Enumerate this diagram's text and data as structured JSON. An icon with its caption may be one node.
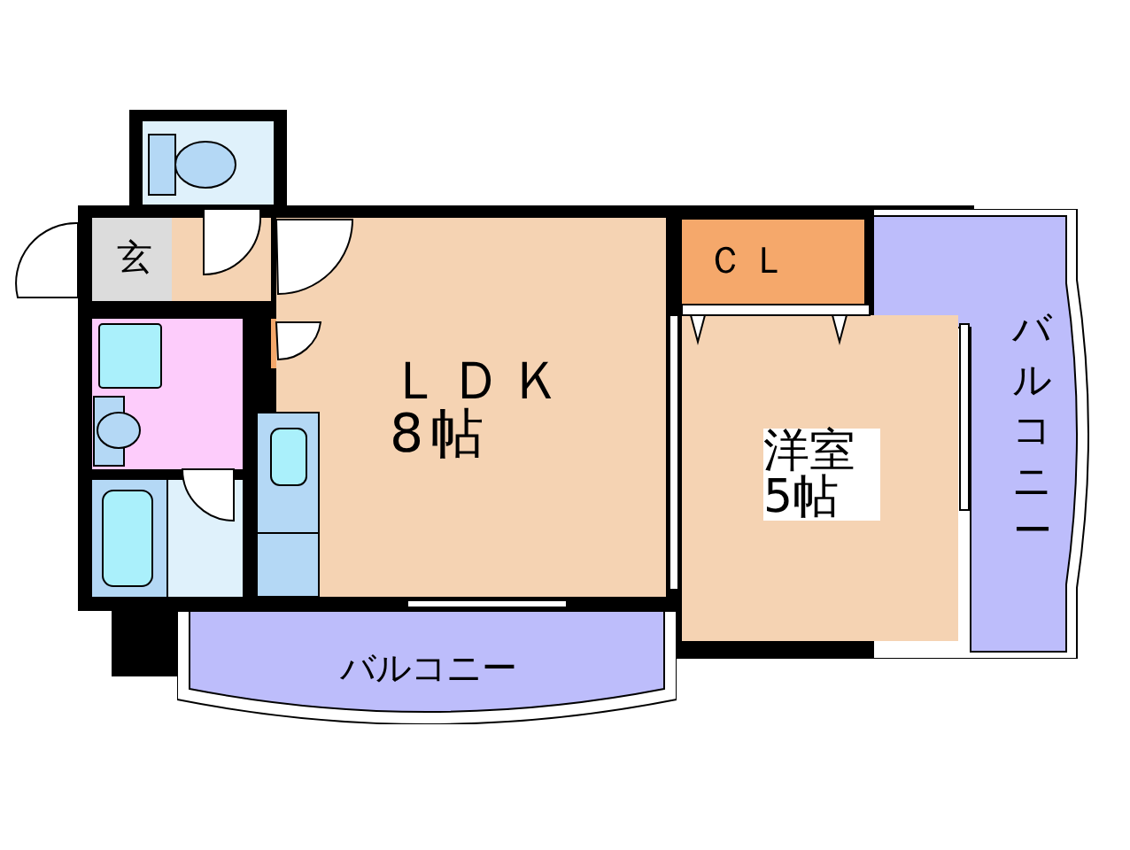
{
  "diagram": {
    "nodes": [
      {
        "text": [
          "玄"
        ]
      },
      {
        "text": [
          "ＣＬ"
        ]
      },
      {
        "text": [
          "ＬＤＫ 8帖"
        ]
      },
      {
        "text": [
          "バルコニー"
        ]
      },
      {
        "text": [
          "洋室 5帖"
        ]
      },
      {
        "text": [
          "バルコニー"
        ]
      }
    ]
  }
}
